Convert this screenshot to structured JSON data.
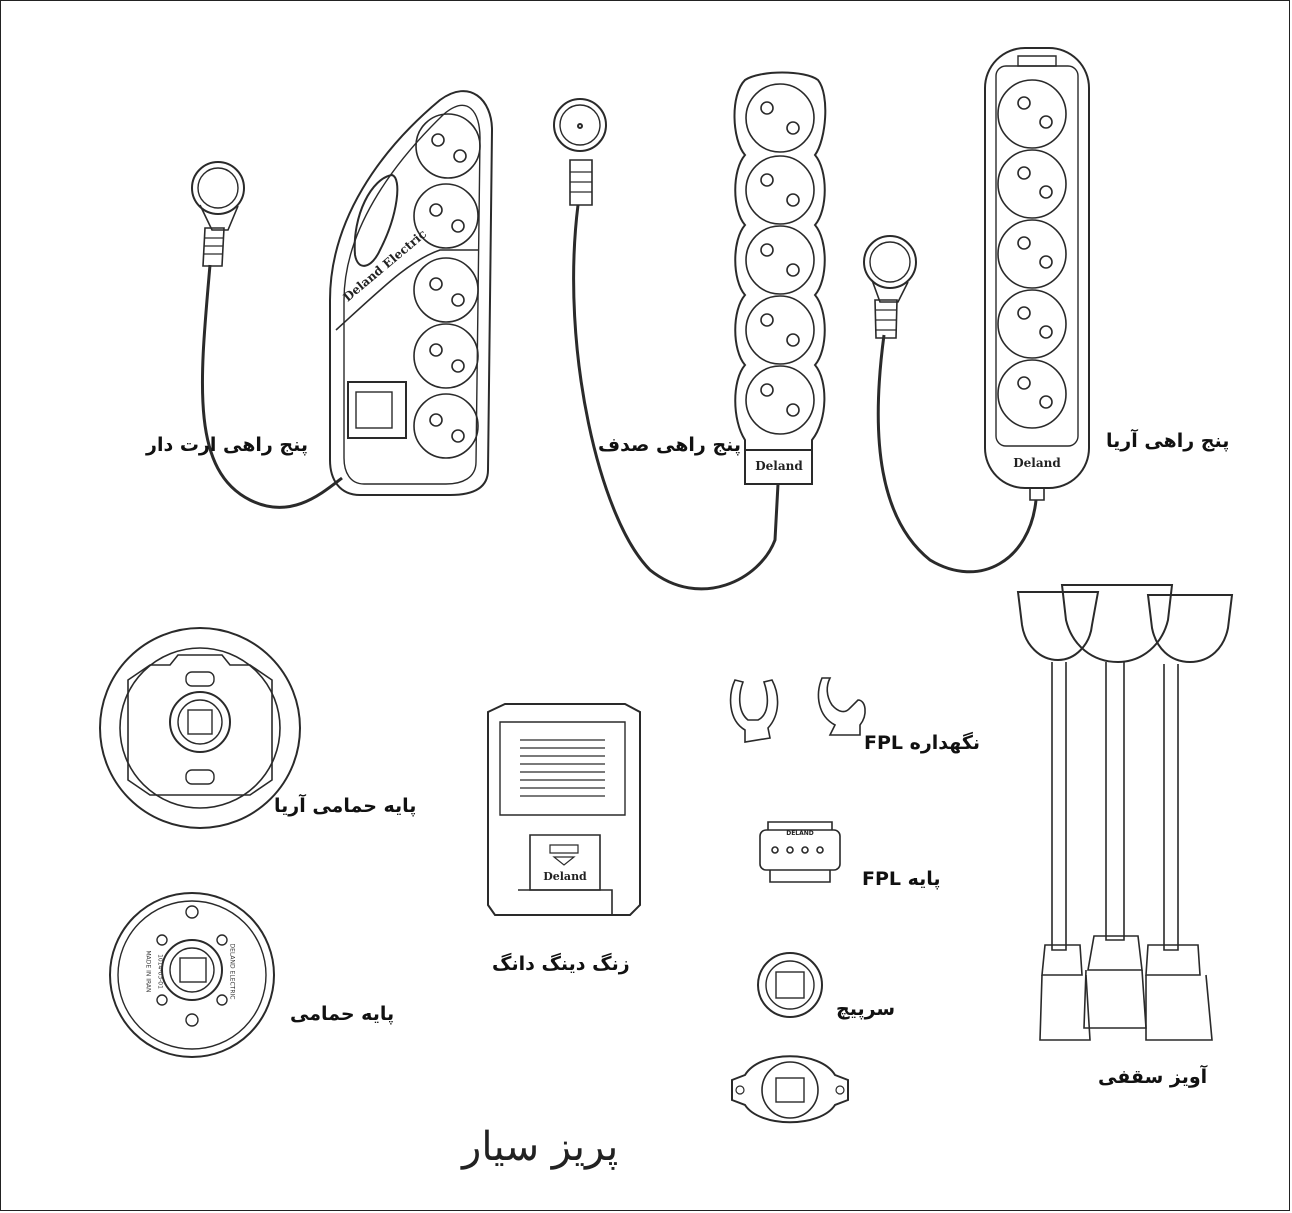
{
  "brand": {
    "primary": "Deland",
    "full": "Deland Electric"
  },
  "colors": {
    "line": "#2a2a2a",
    "background": "#ffffff",
    "text": "#111111"
  },
  "products": {
    "grounded_strip": "پنج راهی ارت دار",
    "shell_strip": "پنج راهی صدف",
    "arya_strip": "پنج راهی آریا",
    "bath_base_arya": "پایه حمامی آریا",
    "bath_base": "پایه حمامی",
    "doorbell": "زنگ دینگ دانگ",
    "fpl_holder": "نگهداره FPL",
    "fpl_base": "پایه FPL",
    "socket": "سرپیچ",
    "pendant": "آویز سقفی"
  },
  "title": "پریز سیار",
  "small_print": {
    "made_in": "MADE IN IRAN",
    "code": "1014-03-01",
    "maker": "DELAND ELECTRIC",
    "fpl_marks": "DELAND"
  }
}
